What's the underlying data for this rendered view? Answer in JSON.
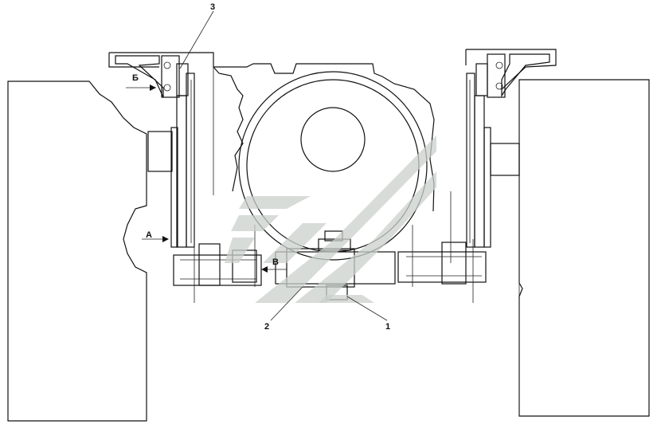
{
  "callouts": {
    "c1": "1",
    "c2": "2",
    "c3": "3"
  },
  "view_labels": {
    "a": "А",
    "b": "Б",
    "v": "В"
  },
  "watermark_icon": "stylized-wing-logo-icon",
  "colors": {
    "line": "#111111",
    "watermark": "#c9d0cc",
    "background": "#ffffff"
  }
}
